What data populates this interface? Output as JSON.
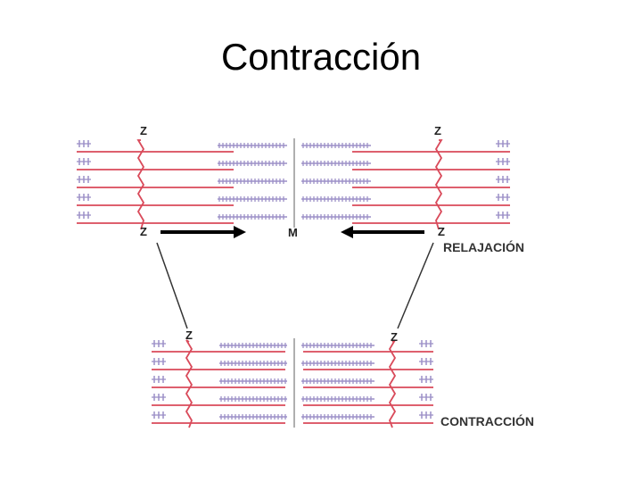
{
  "title": "Contracción",
  "colors": {
    "actin": "#d94a5a",
    "myosin": "#9b8fc7",
    "arrow": "#000000",
    "text": "#222222",
    "line": "#7a7a7a"
  },
  "labels": {
    "z": "Z",
    "m": "M",
    "relaxation": "RELAJACIÓN",
    "contraction": "CONTRACCIÓN"
  }
}
